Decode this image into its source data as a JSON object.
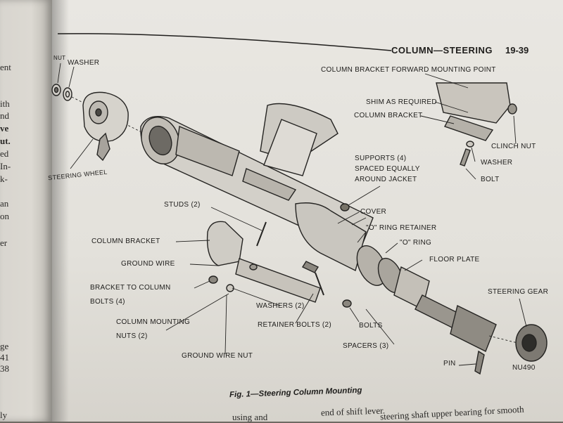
{
  "left_page": {
    "fragments": [
      "ent",
      "ith",
      "nd",
      "ve",
      "ut.",
      "ed",
      "In-",
      "k-",
      "an",
      "on",
      "er",
      "ge",
      "41",
      "38",
      "ly"
    ]
  },
  "header": {
    "running_head": "COLUMN—STEERING",
    "page_number": "19-39"
  },
  "labels": {
    "nut": "NUT",
    "washer_top": "WASHER",
    "steering_wheel": "STEERING WHEEL",
    "forward_mounting_point": "COLUMN BRACKET FORWARD MOUNTING POINT",
    "shim": "SHIM AS REQUIRED",
    "column_bracket_right": "COLUMN BRACKET",
    "clinch_nut": "CLINCH NUT",
    "washer_right": "WASHER",
    "bolt_right": "BOLT",
    "supports_1": "SUPPORTS (4)",
    "supports_2": "SPACED EQUALLY",
    "supports_3": "AROUND JACKET",
    "cover": "COVER",
    "studs": "STUDS (2)",
    "o_ring_retainer": "\"O\" RING RETAINER",
    "o_ring": "\"O\" RING",
    "floor_plate": "FLOOR PLATE",
    "column_bracket_left": "COLUMN BRACKET",
    "ground_wire": "GROUND WIRE",
    "bracket_to_column_1": "BRACKET TO COLUMN",
    "bracket_to_column_2": "BOLTS (4)",
    "steering_gear": "STEERING GEAR",
    "washers": "WASHERS (2)",
    "column_mounting_nuts_1": "COLUMN MOUNTING",
    "column_mounting_nuts_2": "NUTS (2)",
    "retainer_bolts": "RETAINER BOLTS (2)",
    "bolts": "BOLTS",
    "spacers": "SPACERS (3)",
    "ground_wire_nut": "GROUND WIRE NUT",
    "pin": "PIN",
    "figure_code": "NU490"
  },
  "caption": "Fig. 1—Steering Column Mounting",
  "body_text": {
    "line_left": "using and",
    "line_mid": "end of shift lever.",
    "line_right": "steering shaft upper bearing for smooth"
  }
}
